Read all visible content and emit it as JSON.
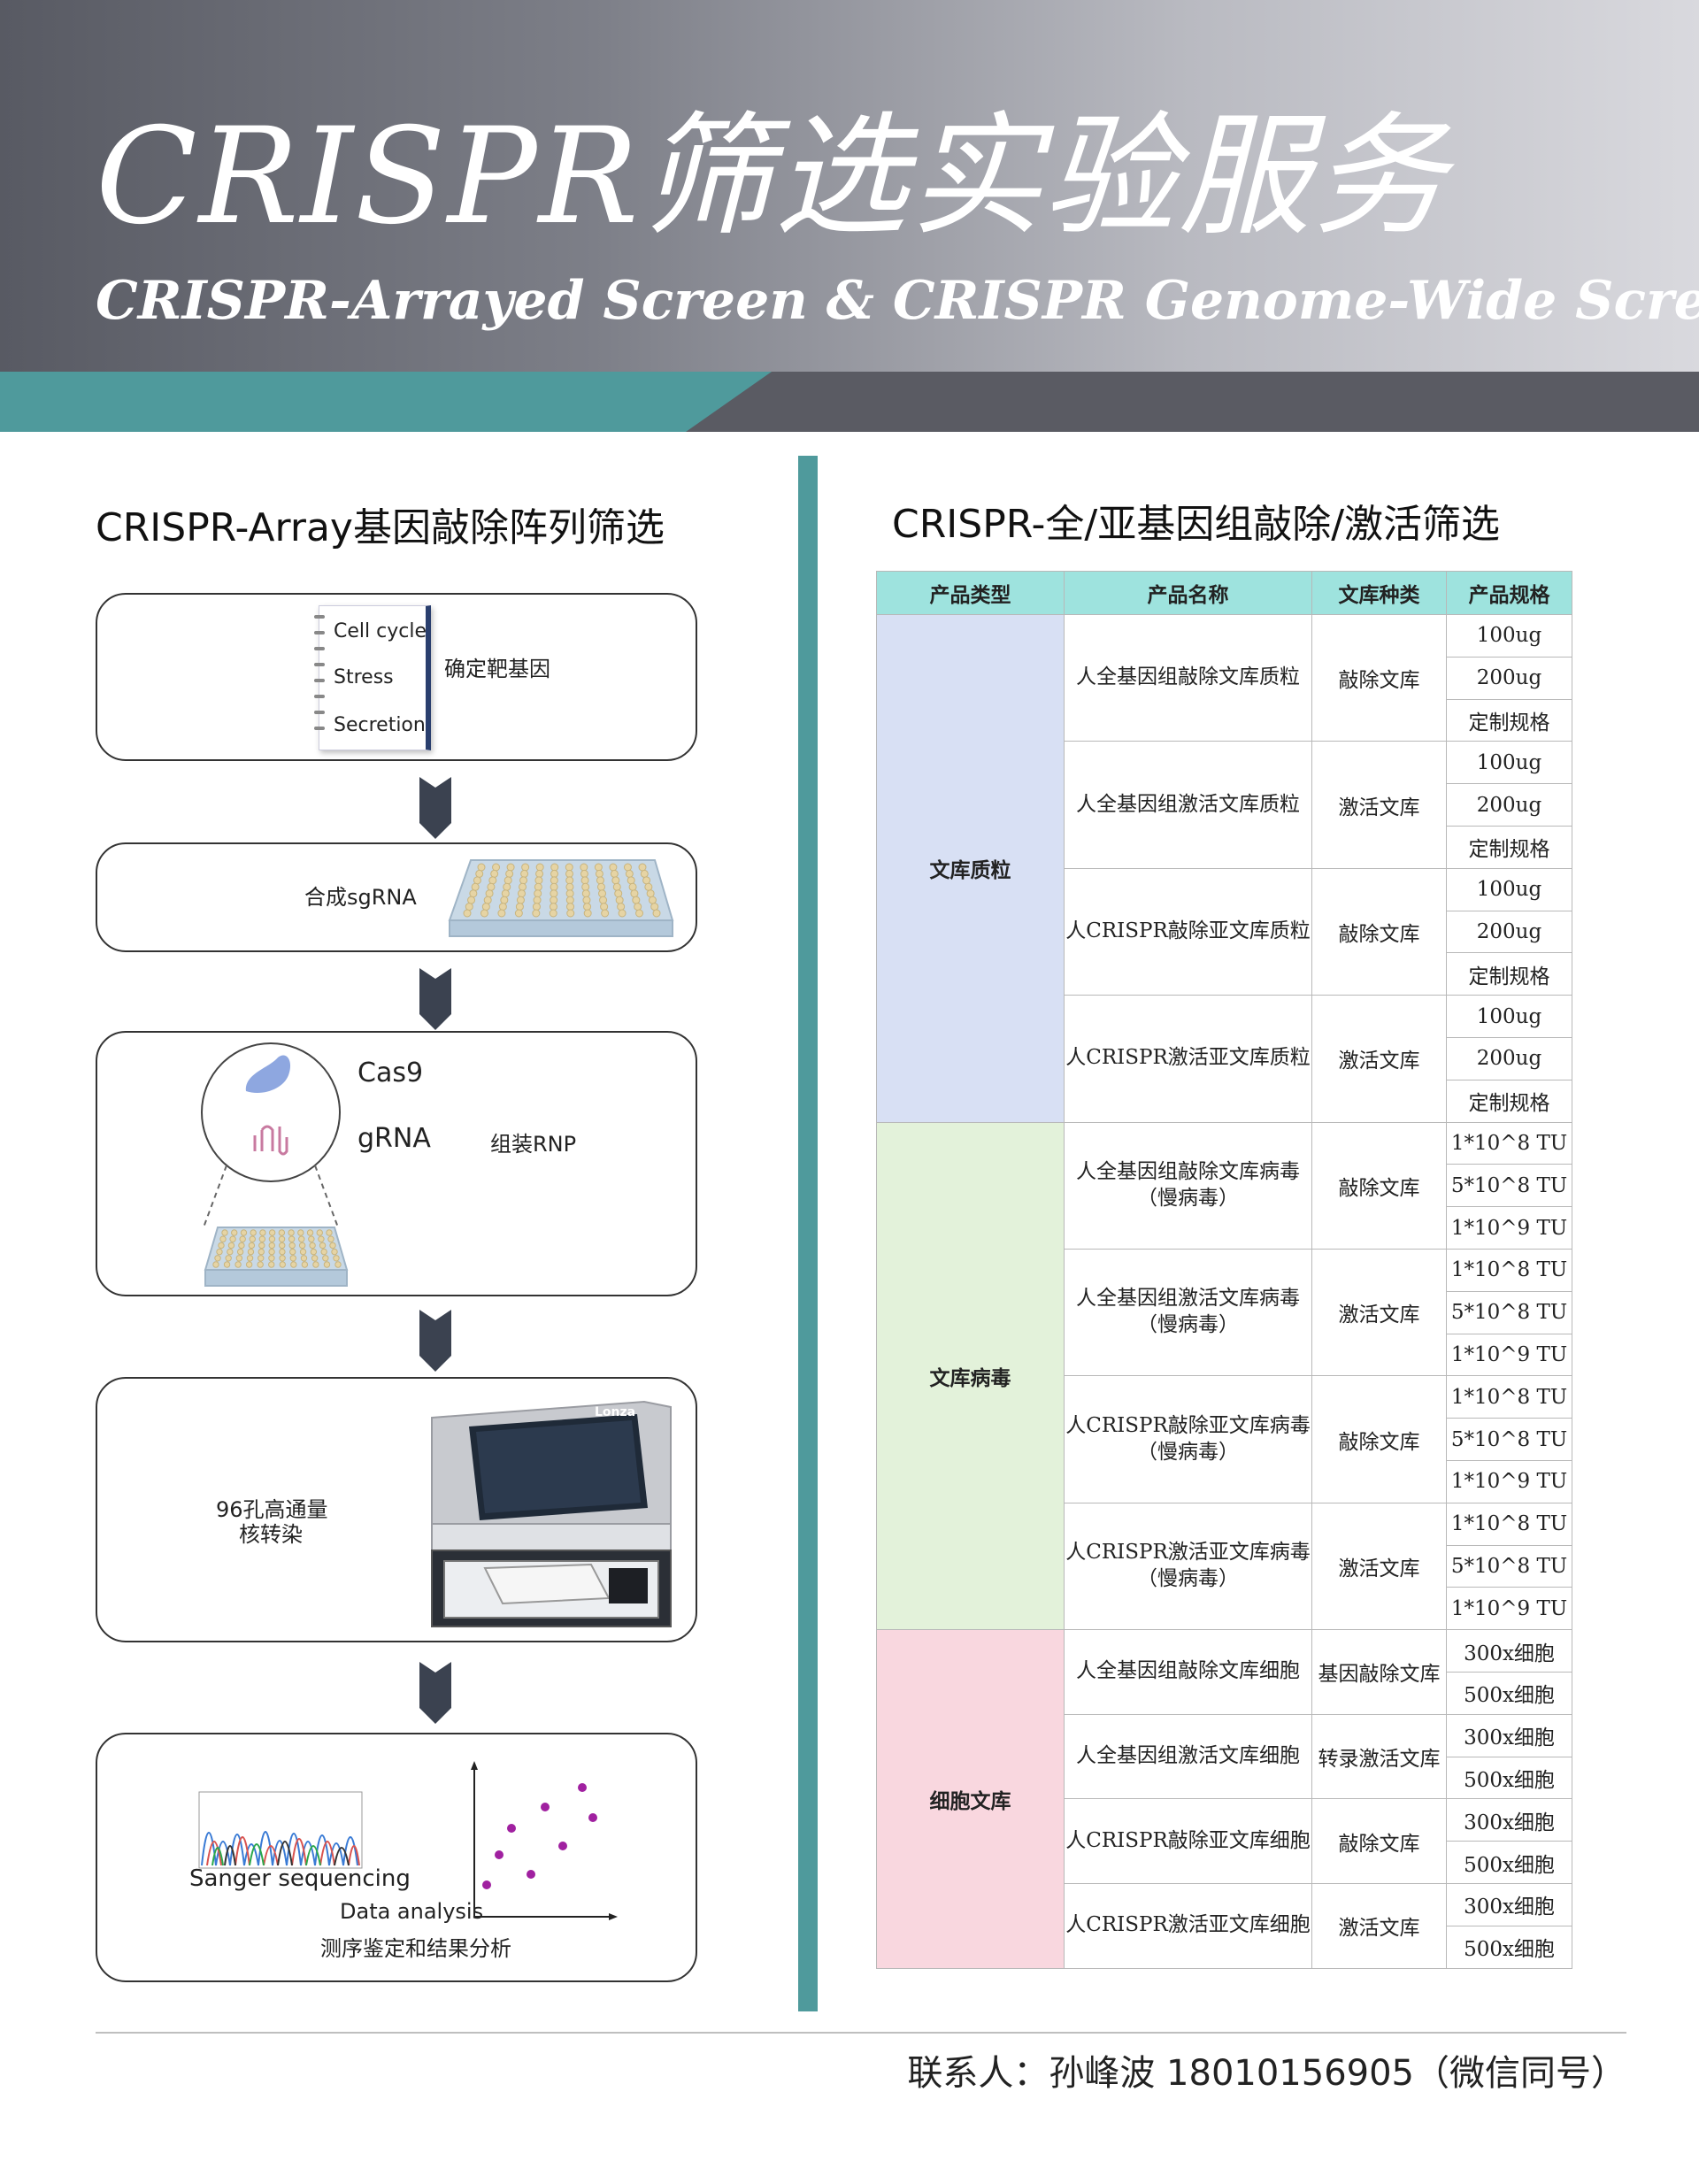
{
  "header": {
    "title": "CRISPR筛选实验服务",
    "subtitle": "CRISPR-Arrayed Screen & CRISPR Genome-Wide Screen",
    "colors": {
      "teal": "#4f9a9c",
      "dark": "#5a5b63"
    }
  },
  "left": {
    "title": "CRISPR-Array基因敲除阵列筛选",
    "step1": {
      "items": [
        "Cell cycle",
        "Stress",
        "Secretion"
      ],
      "label": "确定靶基因"
    },
    "step2": {
      "label": "合成sgRNA"
    },
    "step3": {
      "cas9": "Cas9",
      "grna": "gRNA",
      "label": "组装RNP"
    },
    "step4": {
      "label_line1": "96孔高通量",
      "label_line2": "核转染",
      "brand": "Lonza"
    },
    "step5": {
      "sanger": "Sanger sequencing",
      "analysis": "Data analysis",
      "label": "测序鉴定和结果分析"
    }
  },
  "right": {
    "title": "CRISPR-全/亚基因组敲除/激活筛选",
    "headers": [
      "产品类型",
      "产品名称",
      "文库种类",
      "产品规格"
    ],
    "categories": [
      {
        "type": "文库质粒",
        "products": [
          {
            "name": "人全基因组敲除文库质粒",
            "library": "敲除文库",
            "specs": [
              "100ug",
              "200ug",
              "定制规格"
            ]
          },
          {
            "name": "人全基因组激活文库质粒",
            "library": "激活文库",
            "specs": [
              "100ug",
              "200ug",
              "定制规格"
            ]
          },
          {
            "name": "人CRISPR敲除亚文库质粒",
            "library": "敲除文库",
            "specs": [
              "100ug",
              "200ug",
              "定制规格"
            ]
          },
          {
            "name": "人CRISPR激活亚文库质粒",
            "library": "激活文库",
            "specs": [
              "100ug",
              "200ug",
              "定制规格"
            ]
          }
        ]
      },
      {
        "type": "文库病毒",
        "products": [
          {
            "name": "人全基因组敲除文库病毒",
            "name2": "（慢病毒）",
            "library": "敲除文库",
            "specs": [
              "1*10^8 TU",
              "5*10^8 TU",
              "1*10^9 TU"
            ]
          },
          {
            "name": "人全基因组激活文库病毒",
            "name2": "（慢病毒）",
            "library": "激活文库",
            "specs": [
              "1*10^8 TU",
              "5*10^8 TU",
              "1*10^9 TU"
            ]
          },
          {
            "name": "人CRISPR敲除亚文库病毒",
            "name2": "（慢病毒）",
            "library": "敲除文库",
            "specs": [
              "1*10^8 TU",
              "5*10^8 TU",
              "1*10^9 TU"
            ]
          },
          {
            "name": "人CRISPR激活亚文库病毒",
            "name2": "（慢病毒）",
            "library": "激活文库",
            "specs": [
              "1*10^8 TU",
              "5*10^8 TU",
              "1*10^9 TU"
            ]
          }
        ]
      },
      {
        "type": "细胞文库",
        "products": [
          {
            "name": "人全基因组敲除文库细胞",
            "library": "基因敲除文库",
            "specs": [
              "300x细胞",
              "500x细胞"
            ]
          },
          {
            "name": "人全基因组激活文库细胞",
            "library": "转录激活文库",
            "specs": [
              "300x细胞",
              "500x细胞"
            ]
          },
          {
            "name": "人CRISPR敲除亚文库细胞",
            "library": "敲除文库",
            "specs": [
              "300x细胞",
              "500x细胞"
            ]
          },
          {
            "name": "人CRISPR激活亚文库细胞",
            "library": "激活文库",
            "specs": [
              "300x细胞",
              "500x细胞"
            ]
          }
        ]
      }
    ]
  },
  "footer": {
    "contact": "联系人：孙峰波 18010156905（微信同号）"
  }
}
